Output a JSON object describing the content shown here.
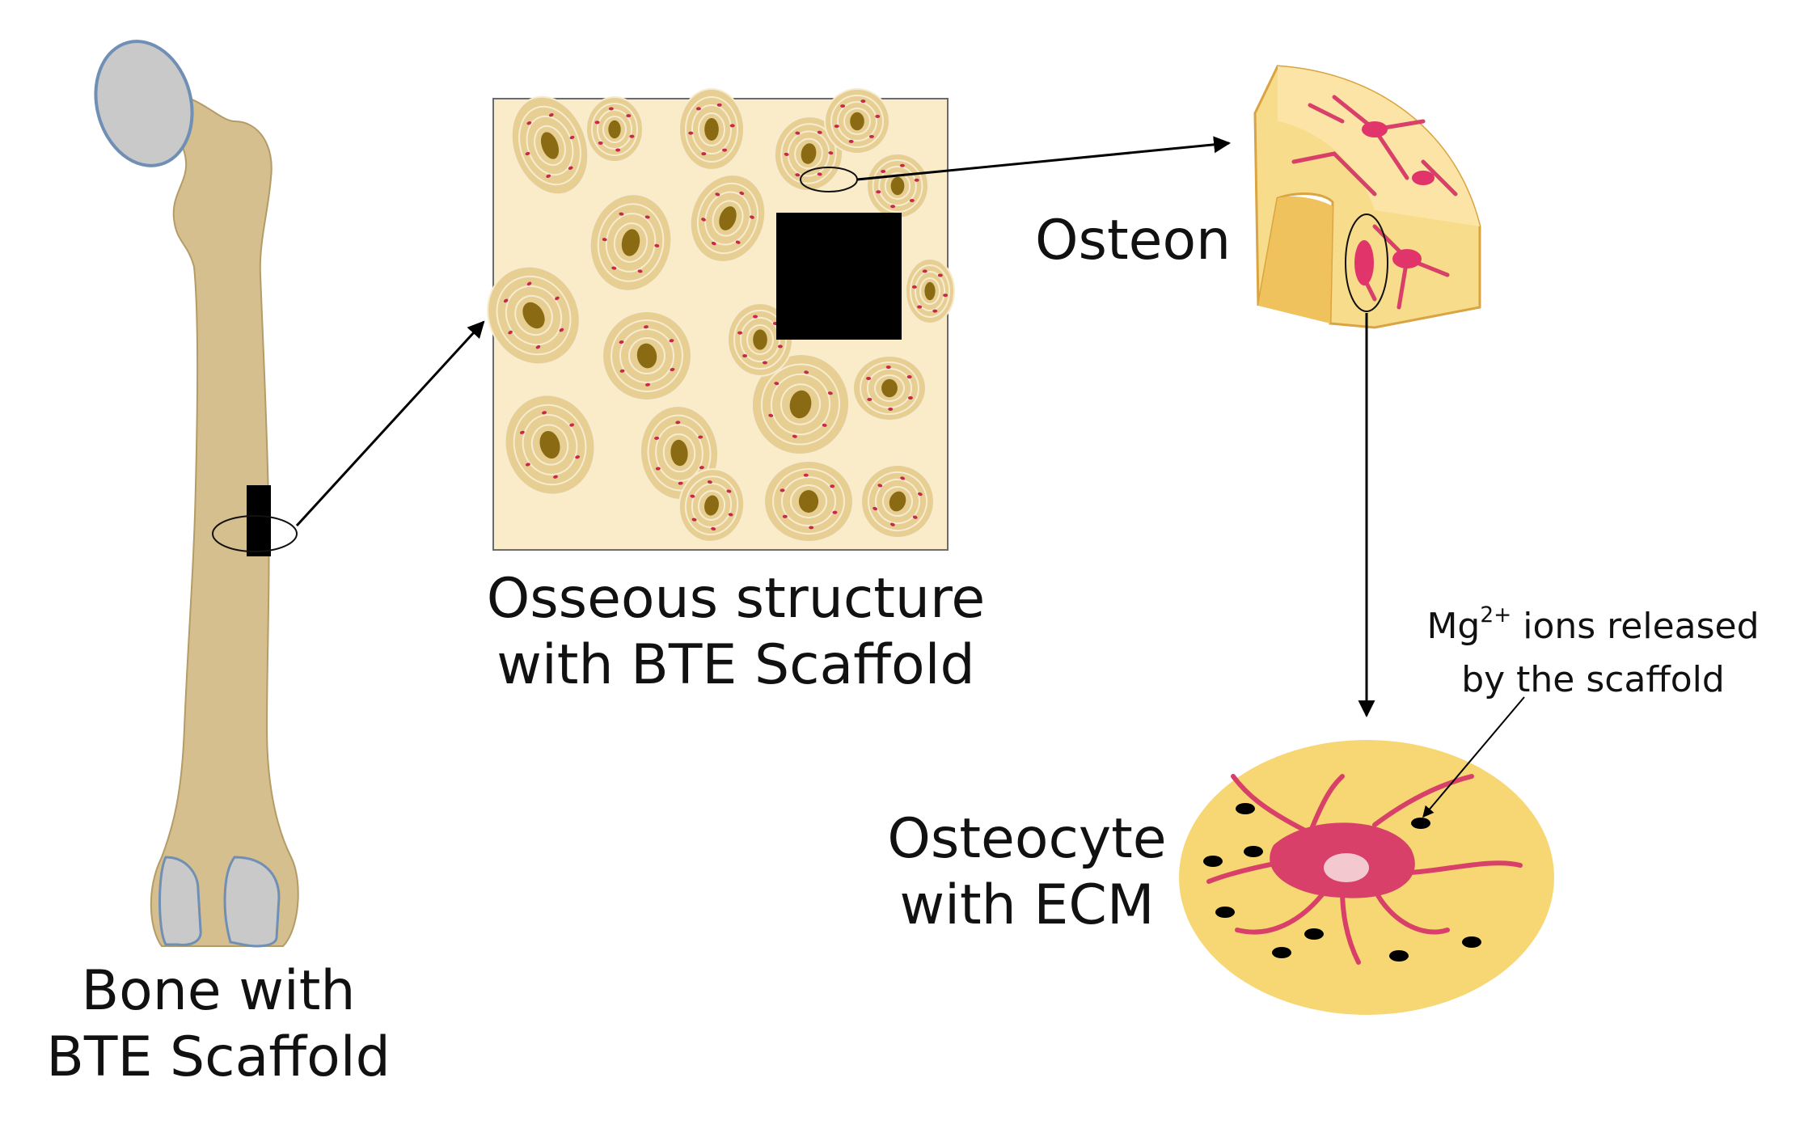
{
  "labels": {
    "bone": [
      "Bone with",
      "BTE Scaffold"
    ],
    "osseous": [
      "Osseous structure",
      "with BTE Scaffold"
    ],
    "osteon": "Osteon",
    "osteocyte": [
      "Osteocyte",
      "with ECM"
    ],
    "mg_ion": "Mg",
    "mg_charge": "2+",
    "mg_rest": " ions released",
    "mg_line2": "by the scaffold"
  },
  "colors": {
    "bone": "#d6bf8e",
    "bone_cartilage": "#c9c9c9",
    "cartilage_outline": "#6f8fb5",
    "osseous_bg": "#fbecc9",
    "lamella": "#e7cf93",
    "canal": "#8a6a12",
    "osteocyte_dot": "#c8284c",
    "ecm": "#f6d774",
    "cell": "#d8406a",
    "nucleus": "#f3c9cf",
    "scaffold": "#000000"
  }
}
